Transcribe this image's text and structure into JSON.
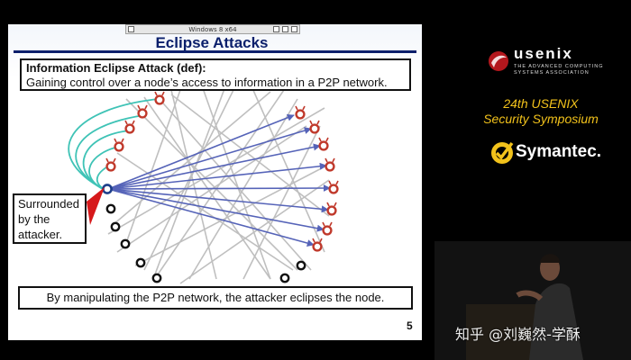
{
  "window": {
    "title": "Windows 8 x64"
  },
  "slide": {
    "title": "Eclipse Attacks",
    "definition": {
      "heading": "Information Eclipse Attack (def):",
      "text": "Gaining control over a node’s access to information in a P2P network."
    },
    "callout": {
      "line1": "Surrounded",
      "line2": "by the",
      "line3": "attacker."
    },
    "bottom_caption": "By manipulating the P2P network, the attacker eclipses the node.",
    "page_number": "5"
  },
  "conference": {
    "org": "usenix",
    "org_tagline": "THE ADVANCED COMPUTING SYSTEMS ASSOCIATION",
    "event_line1": "24th USENIX",
    "event_line2": "Security Symposium",
    "sponsor": "Symantec.",
    "accent_color": "#f2c21b"
  },
  "watermark": "知乎 @刘巍然-学酥",
  "colors": {
    "title": "#0b1f6b",
    "attacker_node": "#c0392b",
    "victim_node": "#1d3e8a",
    "arrow": "#5563b8",
    "cyan_link": "#3fc3b6"
  }
}
